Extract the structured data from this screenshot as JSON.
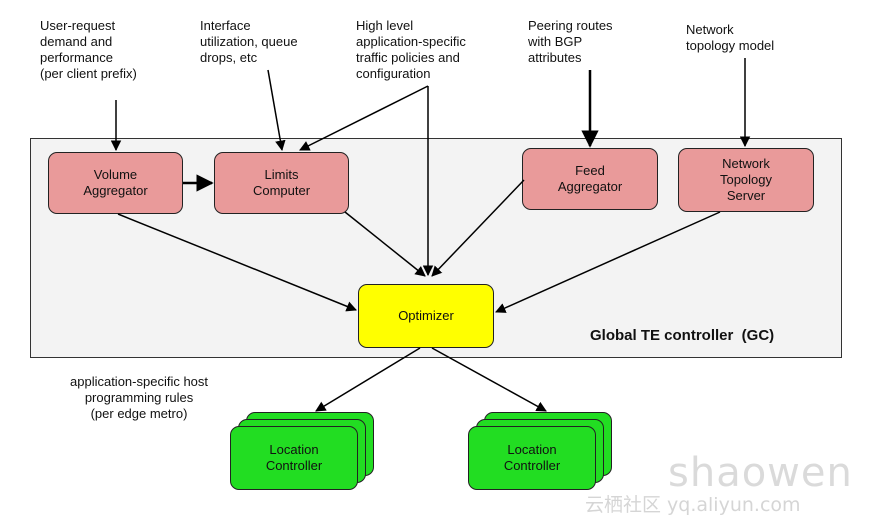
{
  "inputs": {
    "user_request": "User-request\ndemand and\nperformance\n(per client prefix)",
    "interface_util": "Interface\nutilization, queue\ndrops, etc",
    "policies": "High level\napplication-specific\ntraffic policies and\nconfiguration",
    "peering": "Peering routes\nwith BGP\nattributes",
    "topology": "Network\ntopology model"
  },
  "controller": {
    "label": "Global TE controller  (GC)"
  },
  "nodes": {
    "volume": "Volume\nAggregator",
    "limits": "Limits\nComputer",
    "feed": "Feed\nAggregator",
    "nts": "Network\nTopology\nServer",
    "optimizer": "Optimizer",
    "loc1": "Location\nController",
    "loc2": "Location\nController"
  },
  "outputs": {
    "host_rules": "application-specific host\nprogramming rules\n(per edge metro)"
  },
  "watermark": {
    "line1": "shaowen",
    "line2": "云栖社区 yq.aliyun.com"
  },
  "colors": {
    "module": "#e99a9a",
    "optimizer": "#ffff00",
    "location_controller": "#22dd22",
    "controller_bg": "#f3f3f3"
  }
}
